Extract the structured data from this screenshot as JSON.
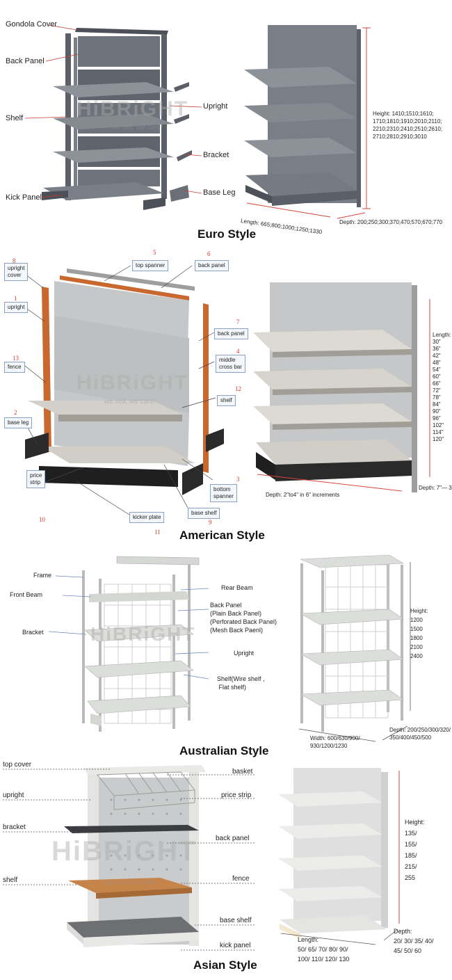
{
  "euro": {
    "title": "Euro Style",
    "labels": {
      "gondola_cover": "Gondola Cover",
      "back_panel": "Back Panel",
      "shelf": "Shelf",
      "kick_panel": "Kick Panel",
      "upright": "Upright",
      "bracket": "Bracket",
      "base_leg": "Base Leg"
    },
    "height": "Height: 1410;1510;1610;\n1710;1810;1910;2010;2110;\n2210;2310;2410;2510;2610;\n2710;2810;2910;3010",
    "length": "Length: 665;800;1000;1250;1330",
    "depth": "Depth: 200;250;300;370;470;570;670;770"
  },
  "american": {
    "title": "American Style",
    "parts": [
      {
        "num": "8",
        "label": "upright\ncover"
      },
      {
        "num": "1",
        "label": "upright"
      },
      {
        "num": "13",
        "label": "fence"
      },
      {
        "num": "2",
        "label": "base leg"
      },
      {
        "num": "10",
        "label": "price\nstrip"
      },
      {
        "num": "5",
        "label": "top spanner"
      },
      {
        "num": "6",
        "label": "back panel"
      },
      {
        "num": "7",
        "label": "back panel"
      },
      {
        "num": "4",
        "label": "middle\ncross bar"
      },
      {
        "num": "12",
        "label": "shelf"
      },
      {
        "num": "3",
        "label": "bottom\nspanner"
      },
      {
        "num": "9",
        "label": "base shelf"
      },
      {
        "num": "11",
        "label": "kicker plate"
      }
    ],
    "length": "Length:\n30\"\n36\"\n42\"\n48\"\n54\"\n60\"\n66\"\n72\"\n78\"\n84\"\n90\"\n96\"\n102\"\n114\"\n120\"",
    "depth_bottom": "Depth: 2\"to4\" in 6\" increments",
    "depth_right": "Depth: 7\"— 3"
  },
  "australian": {
    "title": "Australian Style",
    "labels": {
      "frame": "Frame",
      "front_beam": "Front Beam",
      "bracket": "Bracket",
      "rear_beam": "Rear Beam",
      "back_panel": "Back Panel\n(Plain Back Panel)\n(Perforated Back Panel)\n(Mesh Back Paenl)",
      "upright": "Upright",
      "shelf": "Shelf(Wire shelf ,\n Flat shelf)"
    },
    "height": "Height:\n1200\n1500\n1800\n2100\n2400",
    "width": "Width: 600/630/900/\n930/1200/1230",
    "depth": "Depth: 200/250/300/320/\n350/400/450/500"
  },
  "asian": {
    "title": "Asian Style",
    "labels": {
      "top_cover": "top cover",
      "upright": "upright",
      "bracket": "bracket",
      "shelf": "shelf",
      "basket": "basket",
      "price_strip": "price strip",
      "back_panel": "back panel",
      "fence": "fence",
      "base_shelf": "base shelf",
      "kick_panel": "kick panel"
    },
    "height": "Height:\n135/\n155/\n185/\n215/\n255",
    "length": "Length:\n50/ 65/ 70/ 80/ 90/\n100/ 110/ 120/ 130",
    "depth": "Depth:\n20/ 30/ 35/ 40/\n45/ 50/ 60"
  },
  "watermark": {
    "brand": "HiBRiGHT",
    "slogan": "we sell, we care!"
  },
  "colors": {
    "steel": "#6b7078",
    "steel_dark": "#4c5058",
    "panel_light": "#c9cbcc",
    "orange": "#c8672e",
    "kick": "#222222",
    "dim": "#d6453a",
    "label_line": "#444444"
  }
}
